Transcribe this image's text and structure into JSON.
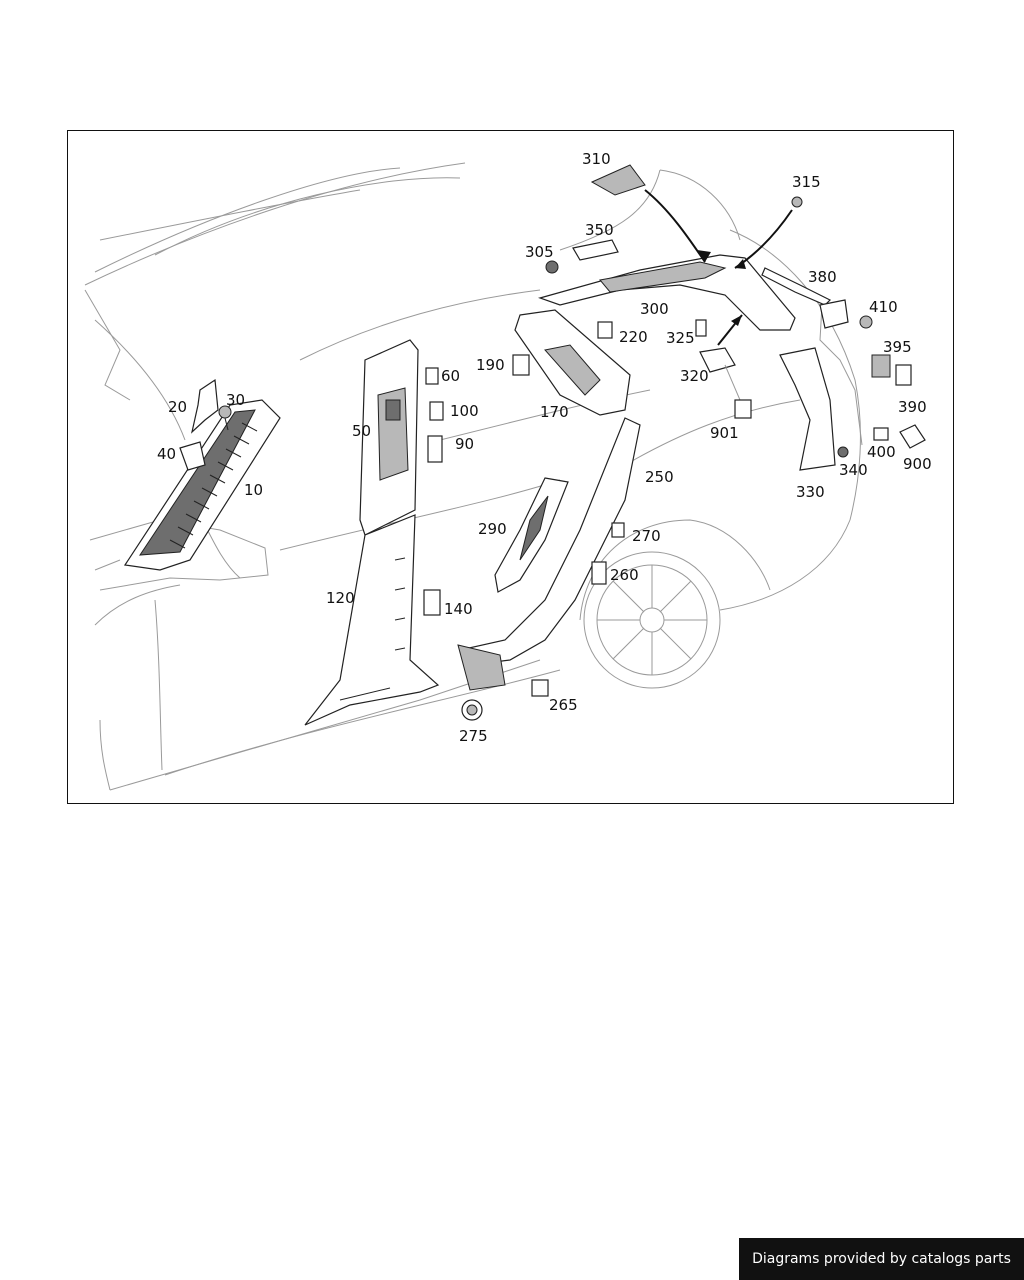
{
  "callouts": {
    "p10": "10",
    "p20": "20",
    "p30": "30",
    "p40": "40",
    "p50": "50",
    "p60": "60",
    "p90": "90",
    "p100": "100",
    "p120": "120",
    "p140": "140",
    "p170": "170",
    "p190": "190",
    "p220": "220",
    "p250": "250",
    "p260": "260",
    "p265": "265",
    "p270": "270",
    "p275": "275",
    "p290": "290",
    "p300": "300",
    "p305": "305",
    "p310": "310",
    "p315": "315",
    "p320": "320",
    "p325": "325",
    "p330": "330",
    "p340": "340",
    "p350": "350",
    "p380": "380",
    "p390": "390",
    "p395": "395",
    "p400": "400",
    "p410": "410",
    "p900": "900",
    "p901": "901"
  },
  "footer": {
    "credit": "Diagrams provided by catalogs parts"
  }
}
